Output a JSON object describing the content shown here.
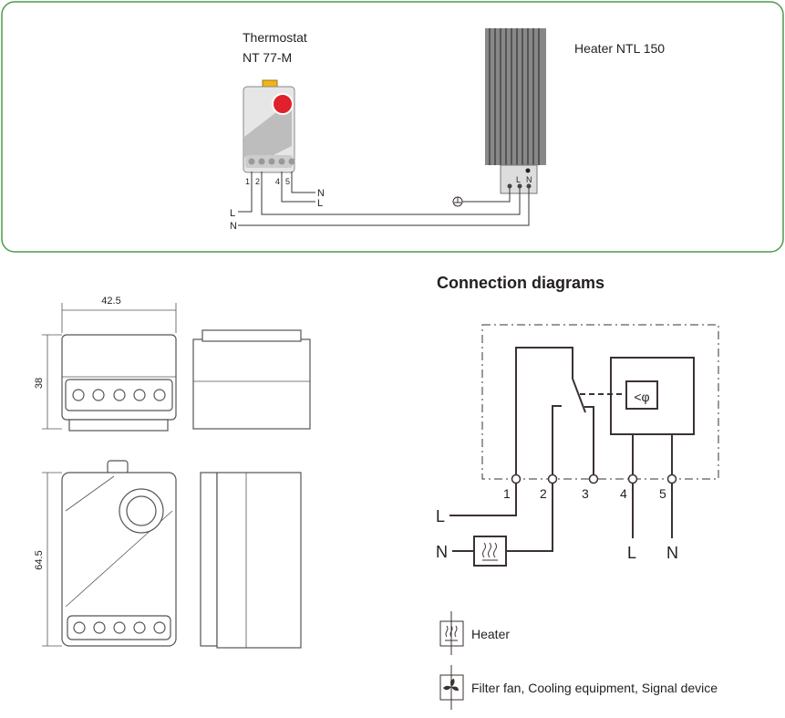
{
  "wiring": {
    "thermostat_title": "Thermostat",
    "thermostat_model": "NT 77-M",
    "heater_title": "Heater NTL 150",
    "terminal_numbers": [
      "1",
      "2",
      "4",
      "5"
    ],
    "wire_labels": {
      "out_n": "N",
      "out_l": "L",
      "in_l": "L",
      "in_n": "N"
    },
    "heater_terminals": [
      "L",
      "N"
    ]
  },
  "dimensions": {
    "width": "42.5",
    "height_top": "38",
    "height_front": "64.5"
  },
  "connection": {
    "title": "Connection diagrams",
    "terminals": [
      "1",
      "2",
      "3",
      "4",
      "5"
    ],
    "sensor_symbol": "<φ",
    "labels": {
      "l_in": "L",
      "n_in": "N",
      "l_out": "L",
      "n_out": "N"
    }
  },
  "legend": [
    {
      "icon": "heater-icon",
      "label": "Heater"
    },
    {
      "icon": "fan-icon",
      "label": "Filter fan, Cooling equipment, Signal device"
    }
  ],
  "colors": {
    "frame": "#4c9a4c",
    "dial": "#e0202a",
    "clip": "#f2b31a",
    "line": "#3b3232"
  }
}
